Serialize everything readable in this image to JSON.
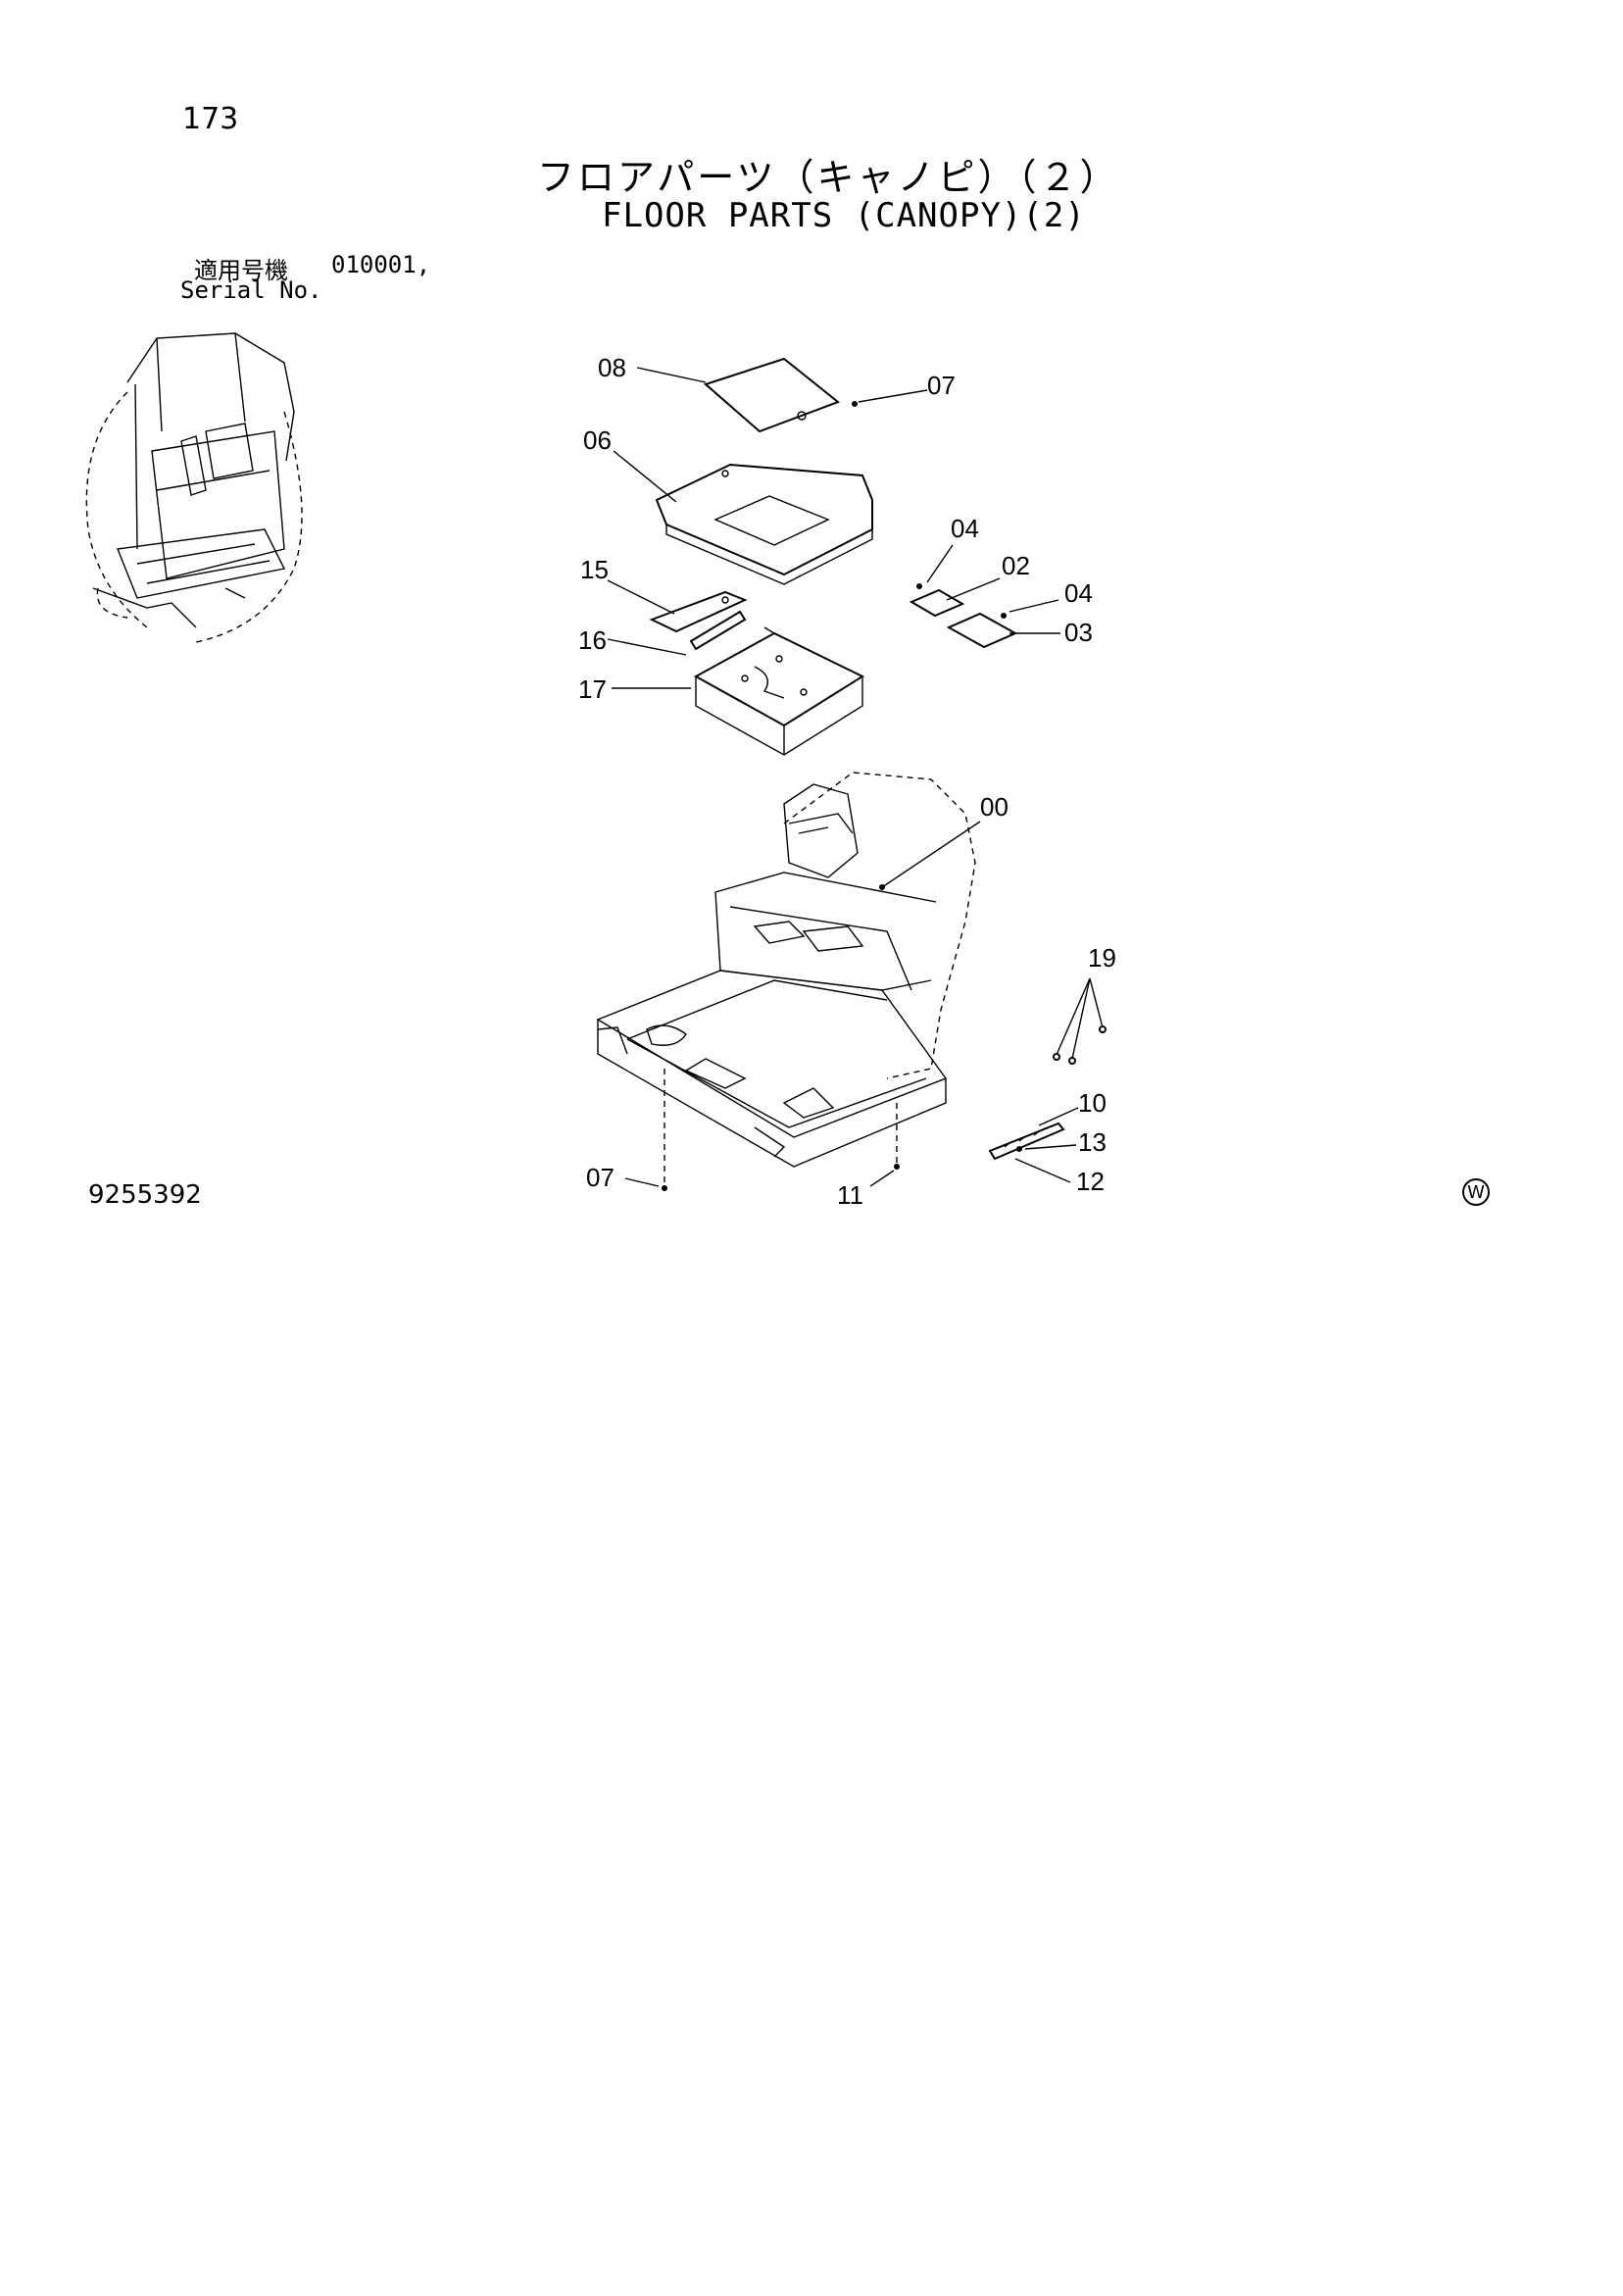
{
  "header": {
    "page_number": "173",
    "title_jp": "フロアパーツ（キャノピ）（２）",
    "title_en": "FLOOR PARTS (CANOPY)(2)",
    "serial_label_jp": "適用号機",
    "serial_value": "010001,",
    "serial_label_en": "Serial No."
  },
  "footer": {
    "doc_number": "9255392",
    "mark": "W"
  },
  "callouts": {
    "c08": "08",
    "c07_top": "07",
    "c06": "06",
    "c04_a": "04",
    "c02": "02",
    "c04_b": "04",
    "c03": "03",
    "c15": "15",
    "c16": "16",
    "c17": "17",
    "c00": "00",
    "c19": "19",
    "c10": "10",
    "c13": "13",
    "c12": "12",
    "c07_bottom": "07",
    "c11": "11"
  }
}
